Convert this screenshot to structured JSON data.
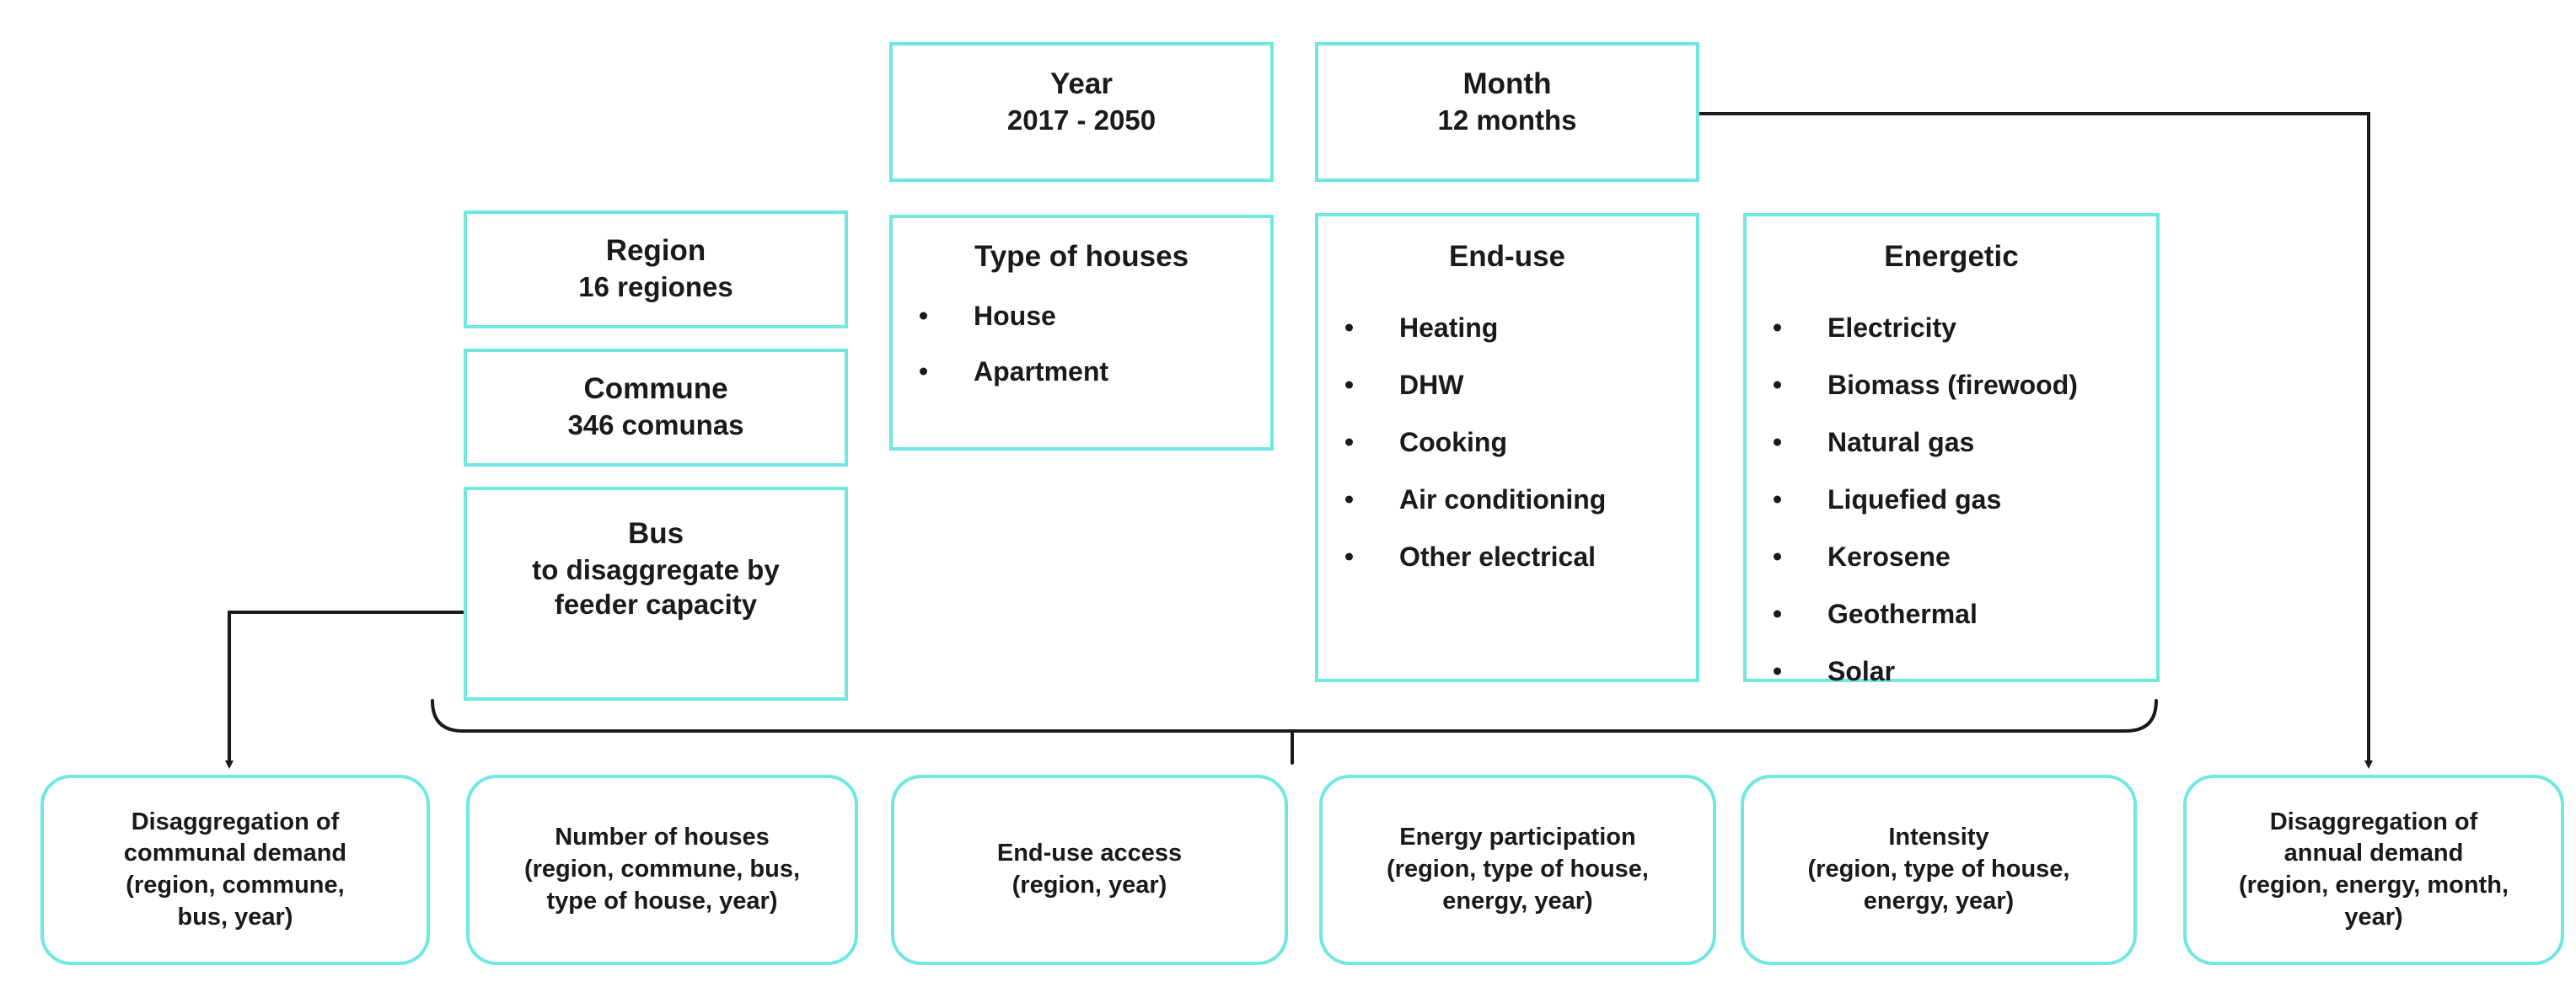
{
  "theme": {
    "box_border_color": "#6fe8e2",
    "connector_color": "#1a1a1a",
    "text_color": "#1a1a1a",
    "background": "#ffffff"
  },
  "dimension_boxes": {
    "year": {
      "title": "Year",
      "subtitle": "2017 - 2050"
    },
    "month": {
      "title": "Month",
      "subtitle": "12 months"
    },
    "region": {
      "title": "Region",
      "subtitle": "16 regiones"
    },
    "commune": {
      "title": "Commune",
      "subtitle": "346 comunas"
    },
    "bus": {
      "title": "Bus",
      "subtitle_line1": "to disaggregate by",
      "subtitle_line2": "feeder capacity"
    },
    "type_of_houses": {
      "title": "Type of houses",
      "items": [
        "House",
        "Apartment"
      ]
    },
    "end_use": {
      "title": "End-use",
      "items": [
        "Heating",
        "DHW",
        "Cooking",
        "Air conditioning",
        "Other electrical"
      ]
    },
    "energetic": {
      "title": "Energetic",
      "items": [
        "Electricity",
        "Biomass (firewood)",
        "Natural gas",
        "Liquefied gas",
        "Kerosene",
        "Geothermal",
        "Solar"
      ]
    }
  },
  "output_boxes": [
    {
      "text": "Disaggregation of\ncommunal demand\n(region, commune,\nbus, year)"
    },
    {
      "text": "Number of houses\n(region, commune, bus,\ntype of house, year)"
    },
    {
      "text": "End-use access\n(region, year)"
    },
    {
      "text": "Energy participation\n(region, type of house,\nenergy, year)"
    },
    {
      "text": "Intensity\n(region, type of house,\nenergy, year)"
    },
    {
      "text": "Disaggregation of\nannual demand\n(region, energy, month,\nyear)"
    }
  ],
  "connectors": [
    {
      "name": "bus-to-communal-demand",
      "from": "bus",
      "to": "output-0",
      "style": "elbow-arrow-left"
    },
    {
      "name": "dimensions-brace-to-outputs",
      "from": "dimension-group",
      "to": "outputs",
      "style": "brace-down"
    },
    {
      "name": "month-to-annual-demand",
      "from": "month",
      "to": "output-5",
      "style": "elbow-arrow-right"
    }
  ]
}
